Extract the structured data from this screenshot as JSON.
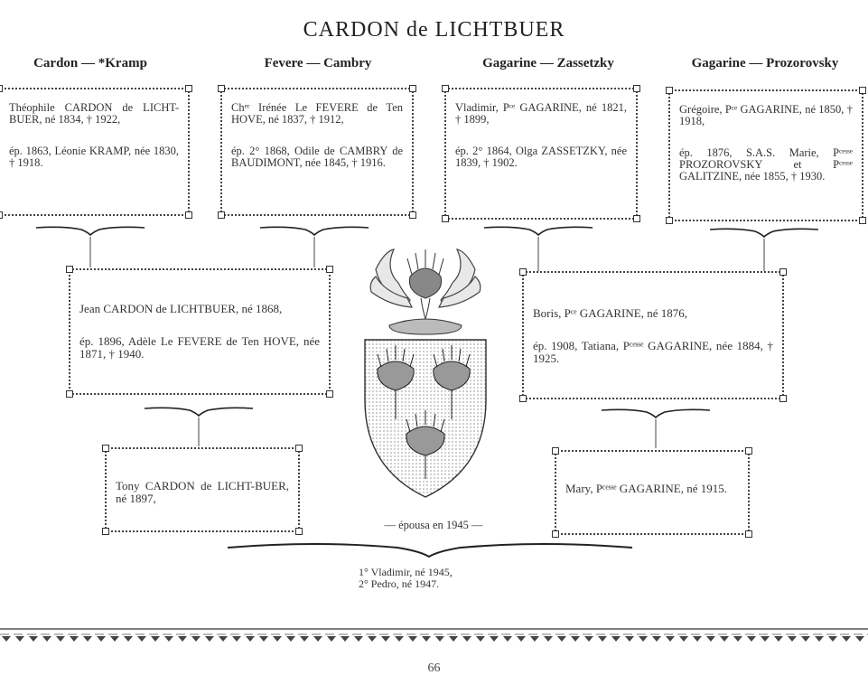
{
  "title": "CARDON de LICHTBUER",
  "columns": [
    "Cardon — *Kramp",
    "Fevere — Cambry",
    "Gagarine — Zassetzky",
    "Gagarine — Prozorovsky"
  ],
  "grandparents": [
    {
      "line1": "Théophile CARDON de LICHT-BUER, né 1834, † 1922,",
      "line2": "ép. 1863, Léonie KRAMP, née 1830, † 1918."
    },
    {
      "line1": "Chᵉʳ Irénée Le FEVERE de Ten HOVE, né 1837, † 1912,",
      "line2": "ép. 2° 1868, Odile de CAMBRY de BAUDIMONT, née 1845, † 1916."
    },
    {
      "line1": "Vladimir, Pᶜᵉ GAGARINE, né 1821, † 1899,",
      "line2": "ép. 2° 1864, Olga ZASSETZKY, née 1839, † 1902."
    },
    {
      "line1": "Grégoire, Pᶜᵉ GAGARINE, né 1850, † 1918,",
      "line2": "ép. 1876, S.A.S. Marie, Pᶜᵉˢˢᵉ PROZOROVSKY et Pᶜᵉˢˢᵉ GALITZINE, née 1855, † 1930."
    }
  ],
  "parents": [
    {
      "line1": "Jean CARDON de LICHTBUER, né 1868,",
      "line2": "ép. 1896, Adèle Le FEVERE de Ten HOVE, née 1871, † 1940."
    },
    {
      "line1": "Boris, Pᶜᵉ GAGARINE, né 1876,",
      "line2": "ép. 1908, Tatiana, Pᶜᵉˢˢᵉ GAGARINE, née 1884, † 1925."
    }
  ],
  "children_boxes": [
    {
      "line1": "Tony CARDON de LICHT-BUER, né 1897,"
    },
    {
      "line1": "Mary, Pᶜᵉˢˢᵉ GAGARINE, né 1915."
    }
  ],
  "married_text": "— épousa en 1945 —",
  "offspring": [
    "1° Vladimir, né 1945,",
    "2° Pedro, né 1947."
  ],
  "page_number": "66"
}
